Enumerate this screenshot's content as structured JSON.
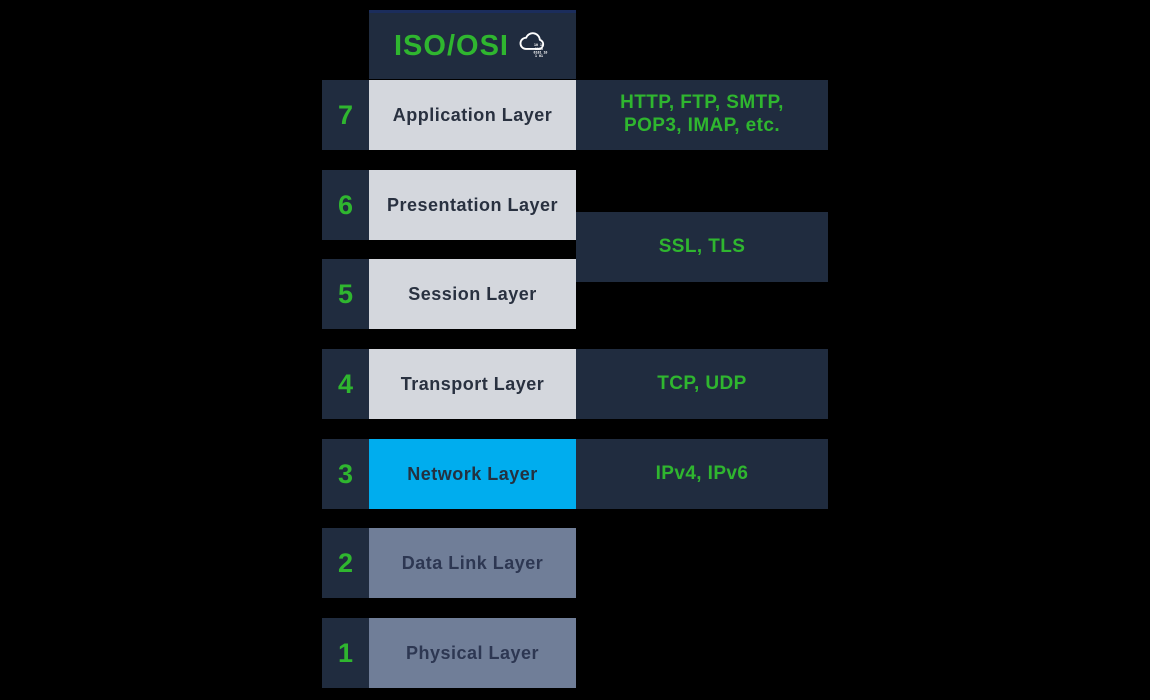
{
  "palette": {
    "background": "#000000",
    "box_navy": "#202c3f",
    "header_top_border": "#1b2d5c",
    "accent_green": "#2fb62f",
    "layer_light_gray": "#d4d7dd",
    "layer_cyan": "#00adee",
    "layer_slate": "#707e98",
    "text_dark_navy": "#293140",
    "icon_white": "#ffffff"
  },
  "header": {
    "title": "ISO/OSI",
    "icon": "cloud-binary-icon",
    "icon_digits": [
      "10 10",
      "1110",
      "0101 10",
      "1 01"
    ]
  },
  "layers": [
    {
      "number": "7",
      "name": "Application Layer",
      "variant": "light"
    },
    {
      "number": "6",
      "name": "Presentation Layer",
      "variant": "light"
    },
    {
      "number": "5",
      "name": "Session Layer",
      "variant": "light"
    },
    {
      "number": "4",
      "name": "Transport Layer",
      "variant": "light"
    },
    {
      "number": "3",
      "name": "Network Layer",
      "variant": "cyan"
    },
    {
      "number": "2",
      "name": "Data Link Layer",
      "variant": "slate"
    },
    {
      "number": "1",
      "name": "Physical Layer",
      "variant": "slate"
    }
  ],
  "protocols": [
    {
      "for_layers": "7",
      "label": "HTTP, FTP, SMTP,\nPOP3, IMAP, etc."
    },
    {
      "for_layers": "6-5",
      "label": "SSL, TLS"
    },
    {
      "for_layers": "4",
      "label": "TCP, UDP"
    },
    {
      "for_layers": "3",
      "label": "IPv4, IPv6"
    }
  ]
}
